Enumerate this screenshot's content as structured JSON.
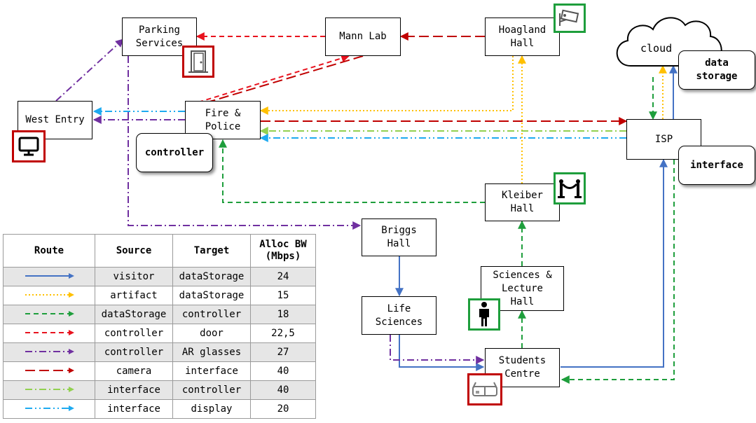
{
  "nodes": {
    "parking_services": "Parking\nServices",
    "mann_lab": "Mann Lab",
    "hoagland_hall": "Hoagland\nHall",
    "cloud": "cloud",
    "data_storage": "data\nstorage",
    "west_entry": "West Entry",
    "fire_police": "Fire &\nPolice",
    "controller": "controller",
    "isp": "ISP",
    "interface": "interface",
    "kleiber_hall": "Kleiber\nHall",
    "briggs_hall": "Briggs\nHall",
    "sciences_lecture_hall": "Sciences &\nLecture\nHall",
    "life_sciences": "Life\nSciences",
    "students_centre": "Students\nCentre"
  },
  "badges": {
    "parking_services": "door-icon",
    "hoagland_hall": "camera-icon",
    "west_entry": "display-icon",
    "kleiber_hall": "artifact-icon",
    "sciences_lecture_hall": "visitor-icon",
    "students_centre": "ar-glasses-icon"
  },
  "legend": {
    "headers": [
      "Route",
      "Source",
      "Target",
      "Alloc BW\n(Mbps)"
    ],
    "rows": [
      {
        "source": "visitor",
        "target": "dataStorage",
        "bw": "24",
        "color": "#4472c4",
        "style": "solid"
      },
      {
        "source": "artifact",
        "target": "dataStorage",
        "bw": "15",
        "color": "#ffc000",
        "style": "dotted"
      },
      {
        "source": "dataStorage",
        "target": "controller",
        "bw": "18",
        "color": "#1e9e3c",
        "style": "dashed"
      },
      {
        "source": "controller",
        "target": "door",
        "bw": "22,5",
        "color": "#e8121e",
        "style": "dashed"
      },
      {
        "source": "controller",
        "target": "AR glasses",
        "bw": "27",
        "color": "#7030a0",
        "style": "dashdot"
      },
      {
        "source": "camera",
        "target": "interface",
        "bw": "40",
        "color": "#c00000",
        "style": "longdash"
      },
      {
        "source": "interface",
        "target": "controller",
        "bw": "40",
        "color": "#92d050",
        "style": "dashdot"
      },
      {
        "source": "interface",
        "target": "display",
        "bw": "20",
        "color": "#1eaaf0",
        "style": "dashdotdot"
      }
    ]
  }
}
